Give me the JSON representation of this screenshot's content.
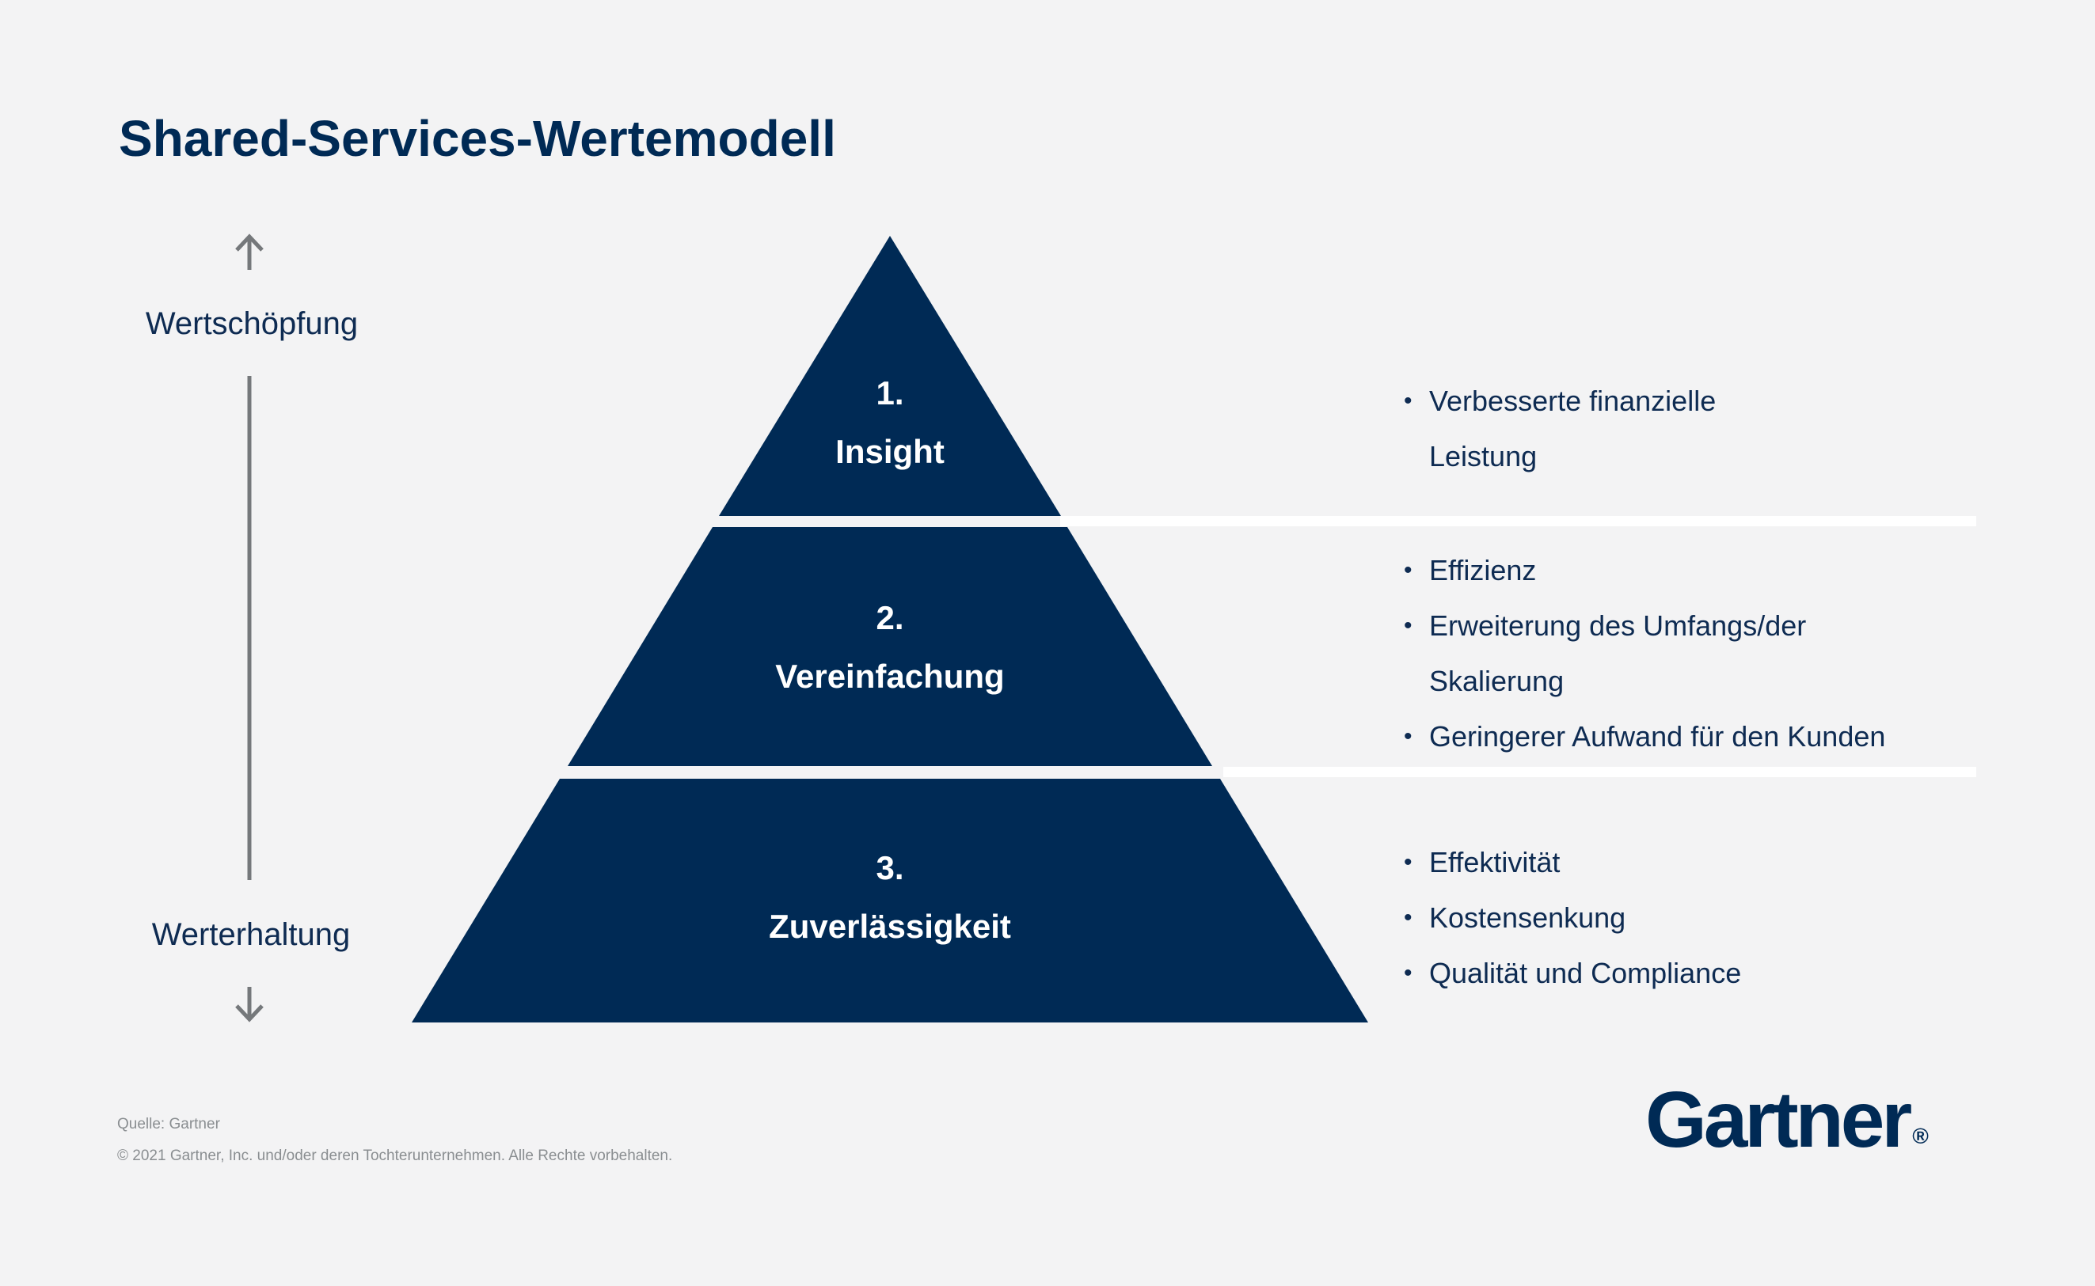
{
  "title": "Shared-Services-Wertemodell",
  "bullet_glyph": "•",
  "axis": {
    "top_label": "Wertschöpfung",
    "bottom_label": "Werterhaltung",
    "up_arrow": "arrow-up",
    "down_arrow": "arrow-down"
  },
  "pyramid": {
    "tiers": [
      {
        "number": "1.",
        "label": "Insight"
      },
      {
        "number": "2.",
        "label": "Vereinfachung"
      },
      {
        "number": "3.",
        "label": "Zuverlässigkeit"
      }
    ]
  },
  "benefits": [
    {
      "items": [
        "Verbesserte finanzielle Leistung"
      ]
    },
    {
      "items": [
        "Effizienz",
        "Erweiterung des Umfangs/der Skalierung",
        "Geringerer Aufwand für den Kunden"
      ]
    },
    {
      "items": [
        "Effektivität",
        "Kostensenkung",
        "Qualität und Compliance"
      ]
    }
  ],
  "footer": {
    "source": "Quelle: Gartner",
    "copyright": "© 2021 Gartner, Inc. und/oder deren Tochterunternehmen. Alle Rechte vorbehalten."
  },
  "logo": {
    "text": "Gartner",
    "registered_mark": "®"
  },
  "colors": {
    "navy": "#002a55",
    "background": "#f3f3f4",
    "axis_gray": "#75787b",
    "separator_white": "#ffffff",
    "tier_text": "#ffffff",
    "footer_gray": "#8a8e91"
  }
}
